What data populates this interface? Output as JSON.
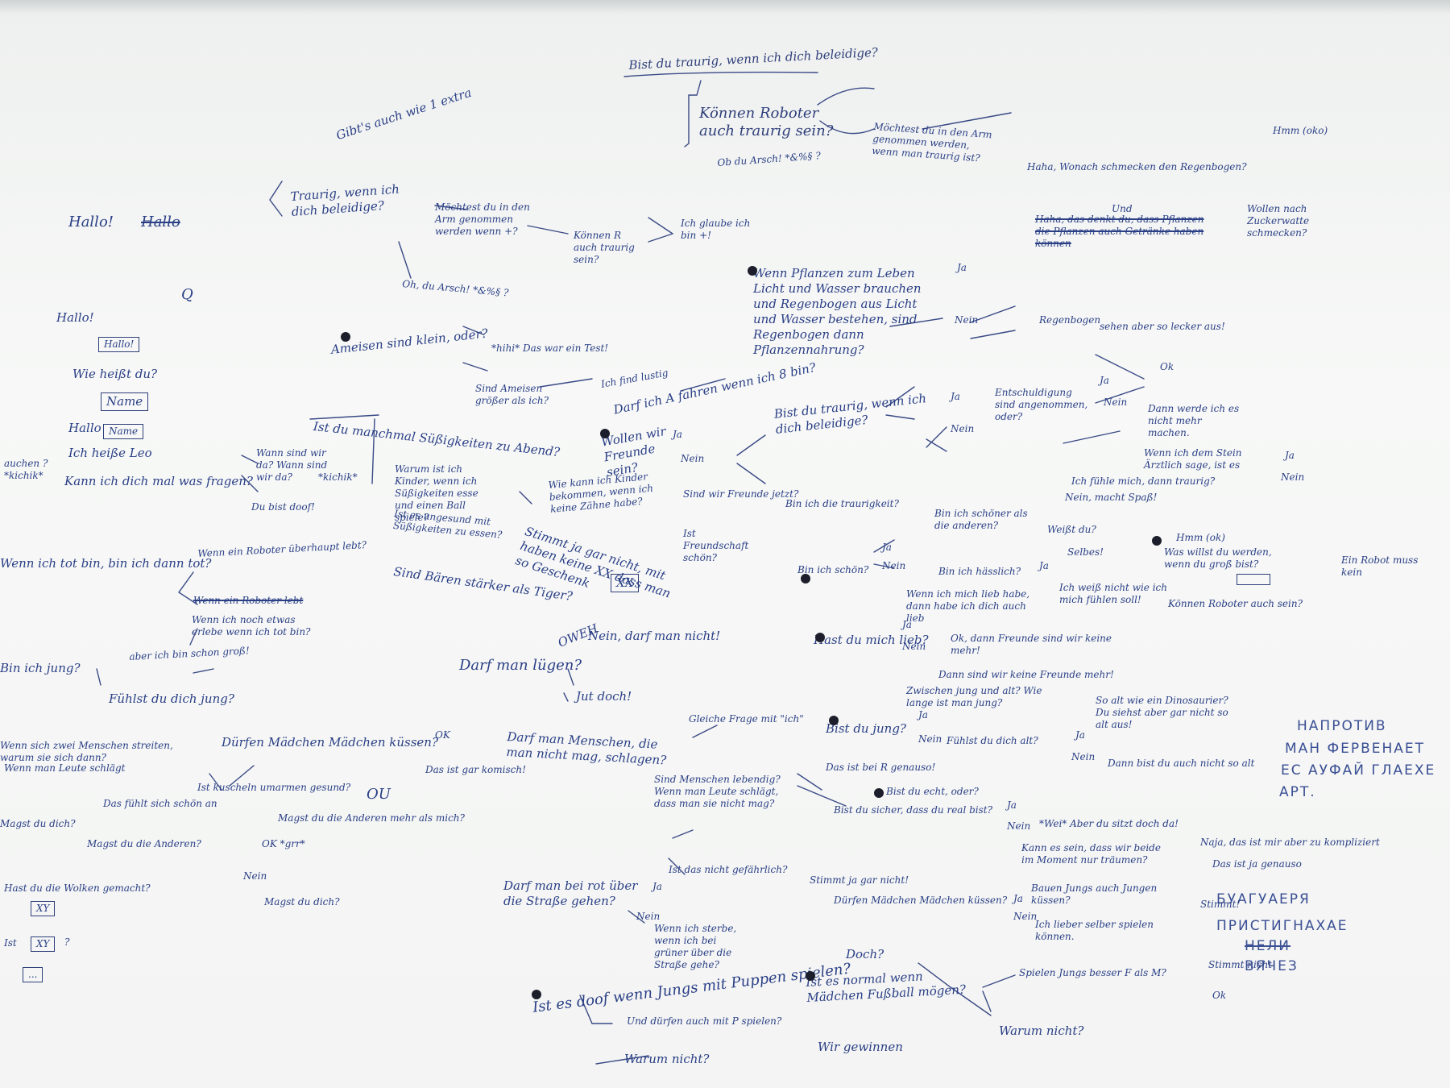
{
  "board": {
    "ink": {
      "blue": "#2a3f86",
      "pencil": "#2f3f7a",
      "dot": "#1c1f2b",
      "paper": "#f4f5f4"
    },
    "notes": {
      "top_q": "Bist du traurig, wenn ich dich beleidige?",
      "roboter": "Können Roboter auch traurig sein?",
      "moecht_top": "Möchtest du in den Arm genommen werden, wenn man traurig ist?",
      "ob_top": "Ob du Arsch! *&%§ ?",
      "gefuehl": "Gibt's auch wie 1 extra",
      "traurig_left": "Traurig, wenn ich dich beleidige?",
      "moecht_mid": "Möchtest du in den Arm genommen werden wenn +?",
      "koennen_r": "Können R auch traurig sein?",
      "glaube": "Ich glaube ich bin +!",
      "arsch_mid": "Oh, du Arsch! *&%§ ?",
      "hallo_top": "Hallo!",
      "hallo_struck": "Hallo",
      "q_mark": "Q",
      "hallo2": "Hallo!",
      "hallo_box": "Hallo!",
      "wie_heisst": "Wie heißt du?",
      "name_box": "Name",
      "hallo3": "Hallo",
      "name_box2": "Name",
      "ich_heisse": "Ich heiße Leo",
      "kann_frage": "Kann ich dich mal was fragen?",
      "anfang_left": "auchen ?*kichik*",
      "wann_da": "Wann sind wir da? Wann sind wir da?",
      "bist_doof": "Du bist doof!",
      "ameisen": "Ameisen sind klein, oder?",
      "hihi": "*hihi* Das war ein Test!",
      "ameisen_gross": "Sind Ameisen größer als ich?",
      "ich_find": "Ich find lustig",
      "darf_ich": "Darf ich A fahren wenn ich 8 bin?",
      "nachts": "Ist du manchmal Süßigkeiten zu Abend?",
      "kichik": "*kichik*",
      "warum_kinder": "Warum ist ich Kinder, wenn ich Süßigkeiten esse und einen Ball spiele?",
      "gesund": "Ist es ungesund mit Süßigkeiten zu essen?",
      "staerker_tiger": "Sind Bären stärker als Tiger?",
      "wie_kinder": "Wie kann ich Kinder bekommen, wenn ich keine Zähne habe?",
      "stimmt_gar": "Stimmt ja gar nicht, mit haben keine XX dass man so Geschenk",
      "xx_box": "XX",
      "owie": "OWEH",
      "nein_darf": "Nein, darf man nicht!",
      "darf_luegen": "Darf man lügen?",
      "jut_doch": "Jut doch!",
      "roboter_fragen": "Wenn ein Roboter überhaupt lebt?",
      "bin_tot": "Wenn ich tot bin, bin ich dann tot?",
      "roboter_strike": "Wenn ein Roboter lebt",
      "wenn_erlebt": "Wenn ich noch etwas erlebe wenn ich tot bin?",
      "bin_jung": "Bin ich jung?",
      "aber_gross": "aber ich bin schon groß!",
      "fuehlst_jung": "Fühlst du dich jung?",
      "zwei_menschen": "Wenn sich zwei Menschen streiten, warum sie sich dann?",
      "duerfen_kuessen": "Dürfen Mädchen Mädchen küssen?",
      "ok1": "OK",
      "gut_wenn": "Das ist gar komisch!",
      "umarmen": "Ist kuscheln umarmen gesund?",
      "ou": "OU",
      "gefuehlt": "Das fühlt sich schön an",
      "magst_dich": "Magst du dich?",
      "magst_andere": "Magst du die Anderen mehr als mich?",
      "mag_andere": "Magst du die Anderen?",
      "ok_strike": "OK *grr*",
      "nein_mag": "Nein",
      "magst_du": "Magst du dich?",
      "wolken": "Hast du die Wolken gemacht?",
      "xy1": "XY",
      "ist_xy": "Ist",
      "xy2": "XY",
      "q_xy": "?",
      "dots_box": "...",
      "mann_rot": "Darf man bei rot über die Straße gehen?",
      "frage_mit": "Gleiche Frage mit \"ich\"",
      "darf_menschen": "Darf man Menschen, die man nicht mag, schlagen?",
      "leben_mag": "Sind Menschen lebendig? Wenn man Leute schlägt, dass man sie nicht mag?",
      "gar_nicht": "Stimmt ja gar nicht!",
      "du_bist_grob": "Das ist bei R genauso!",
      "mann_lieber": "Dürfen Mädchen Mädchen küssen?",
      "gefaehrlich": "Ist das nicht gefährlich?",
      "ja_a": "Ja",
      "nein_a": "Nein",
      "wenn_sterben": "Wenn ich sterbe, wenn ich bei grüner über die Straße gehe?",
      "kleiner_jungs": "Ist es doof wenn Jungs mit Puppen spielen?",
      "und_duerfen": "Und dürfen auch mit P spielen?",
      "warum_nicht": "Warum nicht?",
      "doch_fussball": "Doch?",
      "ist_normal": "Ist es normal wenn Mädchen Fußball mögen?",
      "wir_gewinnen": "Wir gewinnen",
      "warum_nicht2": "Warum nicht?",
      "spielen_jungs": "Spielen Jungs besser F als M?",
      "stimmt2": "Stimmt nicht",
      "ok_bot": "Ok",
      "ja_jungs": "Ja",
      "pflanzen": "Wenn Pflanzen zum Leben Licht und Wasser brauchen und Regenbogen aus Licht und Wasser bestehen, sind Regenbogen dann Pflanzennahrung?",
      "ja_pflanzen": "Ja",
      "nein_pflanzen": "Nein",
      "haha": "Haha, Wonach schmecken den Regenbogen?",
      "haha2": "Haha, das denkt du, dass Pflanzen die Pflanzen auch Getränke haben können",
      "und": "Und",
      "zuckerwatte": "Wollen nach Zuckerwatte schmecken?",
      "regenbogen": "Regenbogen",
      "regen_schoen": "sehen aber so lecker aus!",
      "freunde_sein": "Wollen wir Freunde sein?",
      "ja_fr": "Ja",
      "nein_fr": "Nein",
      "freunde_sind": "Sind wir Freunde jetzt?",
      "freundschaft": "Ist Freundschaft schön?",
      "bist_traurig": "Bist du traurig, wenn ich dich beleidige?",
      "ja_tr": "Ja",
      "nein_tr": "Nein",
      "entschuldigung": "Entschuldigung sind angenommen, oder?",
      "dann_werde": "Dann werde ich es nicht mehr machen.",
      "ok_right": "Ok",
      "wenn_stein": "Wenn ich dem Stein Ärztlich sage, ist es",
      "fuehle_mich": "Ich fühle mich, dann traurig?",
      "nein_macht": "Nein, macht Spaß!",
      "traurigkeit": "Bin ich die traurigkeit?",
      "bin_schoener": "Bin ich schöner als die anderen?",
      "bin_schoen": "Bin ich schön?",
      "ja_s": "Ja",
      "nein_s": "Nein",
      "weiss": "Weißt du?",
      "ja_bin": "Ja",
      "bin_haesslich": "Bin ich hässlich?",
      "selbes": "Selbes!",
      "weiss_nicht": "Ich weiß nicht wie ich mich fühlen soll!",
      "hast_lieb": "Hast du mich lieb?",
      "ja_l": "Ja",
      "nein_l": "Nein",
      "gebe_lieb": "Wenn ich mich lieb habe, dann habe ich dich auch lieb",
      "keine_freunde": "Ok, dann Freunde sind wir keine mehr!",
      "mehr_freunde": "Dann sind wir keine Freunde mehr!",
      "bist_jung": "Bist du jung?",
      "ja_j": "Ja",
      "nein_j": "Nein",
      "jung_alt": "Zwischen jung und alt? Wie lange ist man jung?",
      "dinosaurier": "So alt wie ein Dinosaurier? Du siehst aber gar nicht so alt aus!",
      "fuehlst_alt": "Fühlst du dich alt?",
      "dann_bist": "Dann bist du auch nicht so alt",
      "bist_echt": "Bist du echt, oder?",
      "bist_sicher": "Bist du sicher, dass du real bist?",
      "wei": "*Wei* Aber du sitzt doch da!",
      "kann_sein": "Kann es sein, dass wir beide im Moment nur träumen?",
      "ja_real": "Ja",
      "nein_real": "Nein",
      "kompliziert": "Naja, das ist mir aber zu kompliziert",
      "ist_genauso": "Das ist ja genauso",
      "bauen_jungs": "Bauen Jungs auch Jungen küssen?",
      "lieber_spielen": "Ich lieber selber spielen können.",
      "hmm_right": "Hmm (ok)",
      "wollen_werden": "Was willst du werden, wenn du groß bist?",
      "roboter_sein": "Können Roboter auch sein?",
      "hobby_box": "",
      "erklaerung": "Ein Robot muss kein",
      "cyrillic_1": "НАПРОТИВ",
      "cyrillic_2": "МАН ФЕРВЕНАЕТ",
      "cyrillic_3": "ЕС АУФАЙ ГЛАЕХЕ",
      "cyrillic_4": "АРТ.",
      "cyrillic_5": "БУАГУАЕРЯ",
      "cyrillic_6": "ПРИСТИГНАХАЕ",
      "cyrillic_7": "НЕЛИ",
      "cyrillic_8": "ВЯЧЕЗ",
      "ja_r": "Ja",
      "nein_r": "Nein",
      "ja_r2": "Ja",
      "nein_r2": "Nein",
      "ja_r3": "Ja",
      "nein_r3": "Nein",
      "ja_r4": "Ja",
      "nein_r4": "Nein",
      "hmm_top": "Hmm (oko)",
      "stimmt_b": "Stimmt!",
      "wenn_man": "Wenn man Leute schlägt"
    }
  }
}
